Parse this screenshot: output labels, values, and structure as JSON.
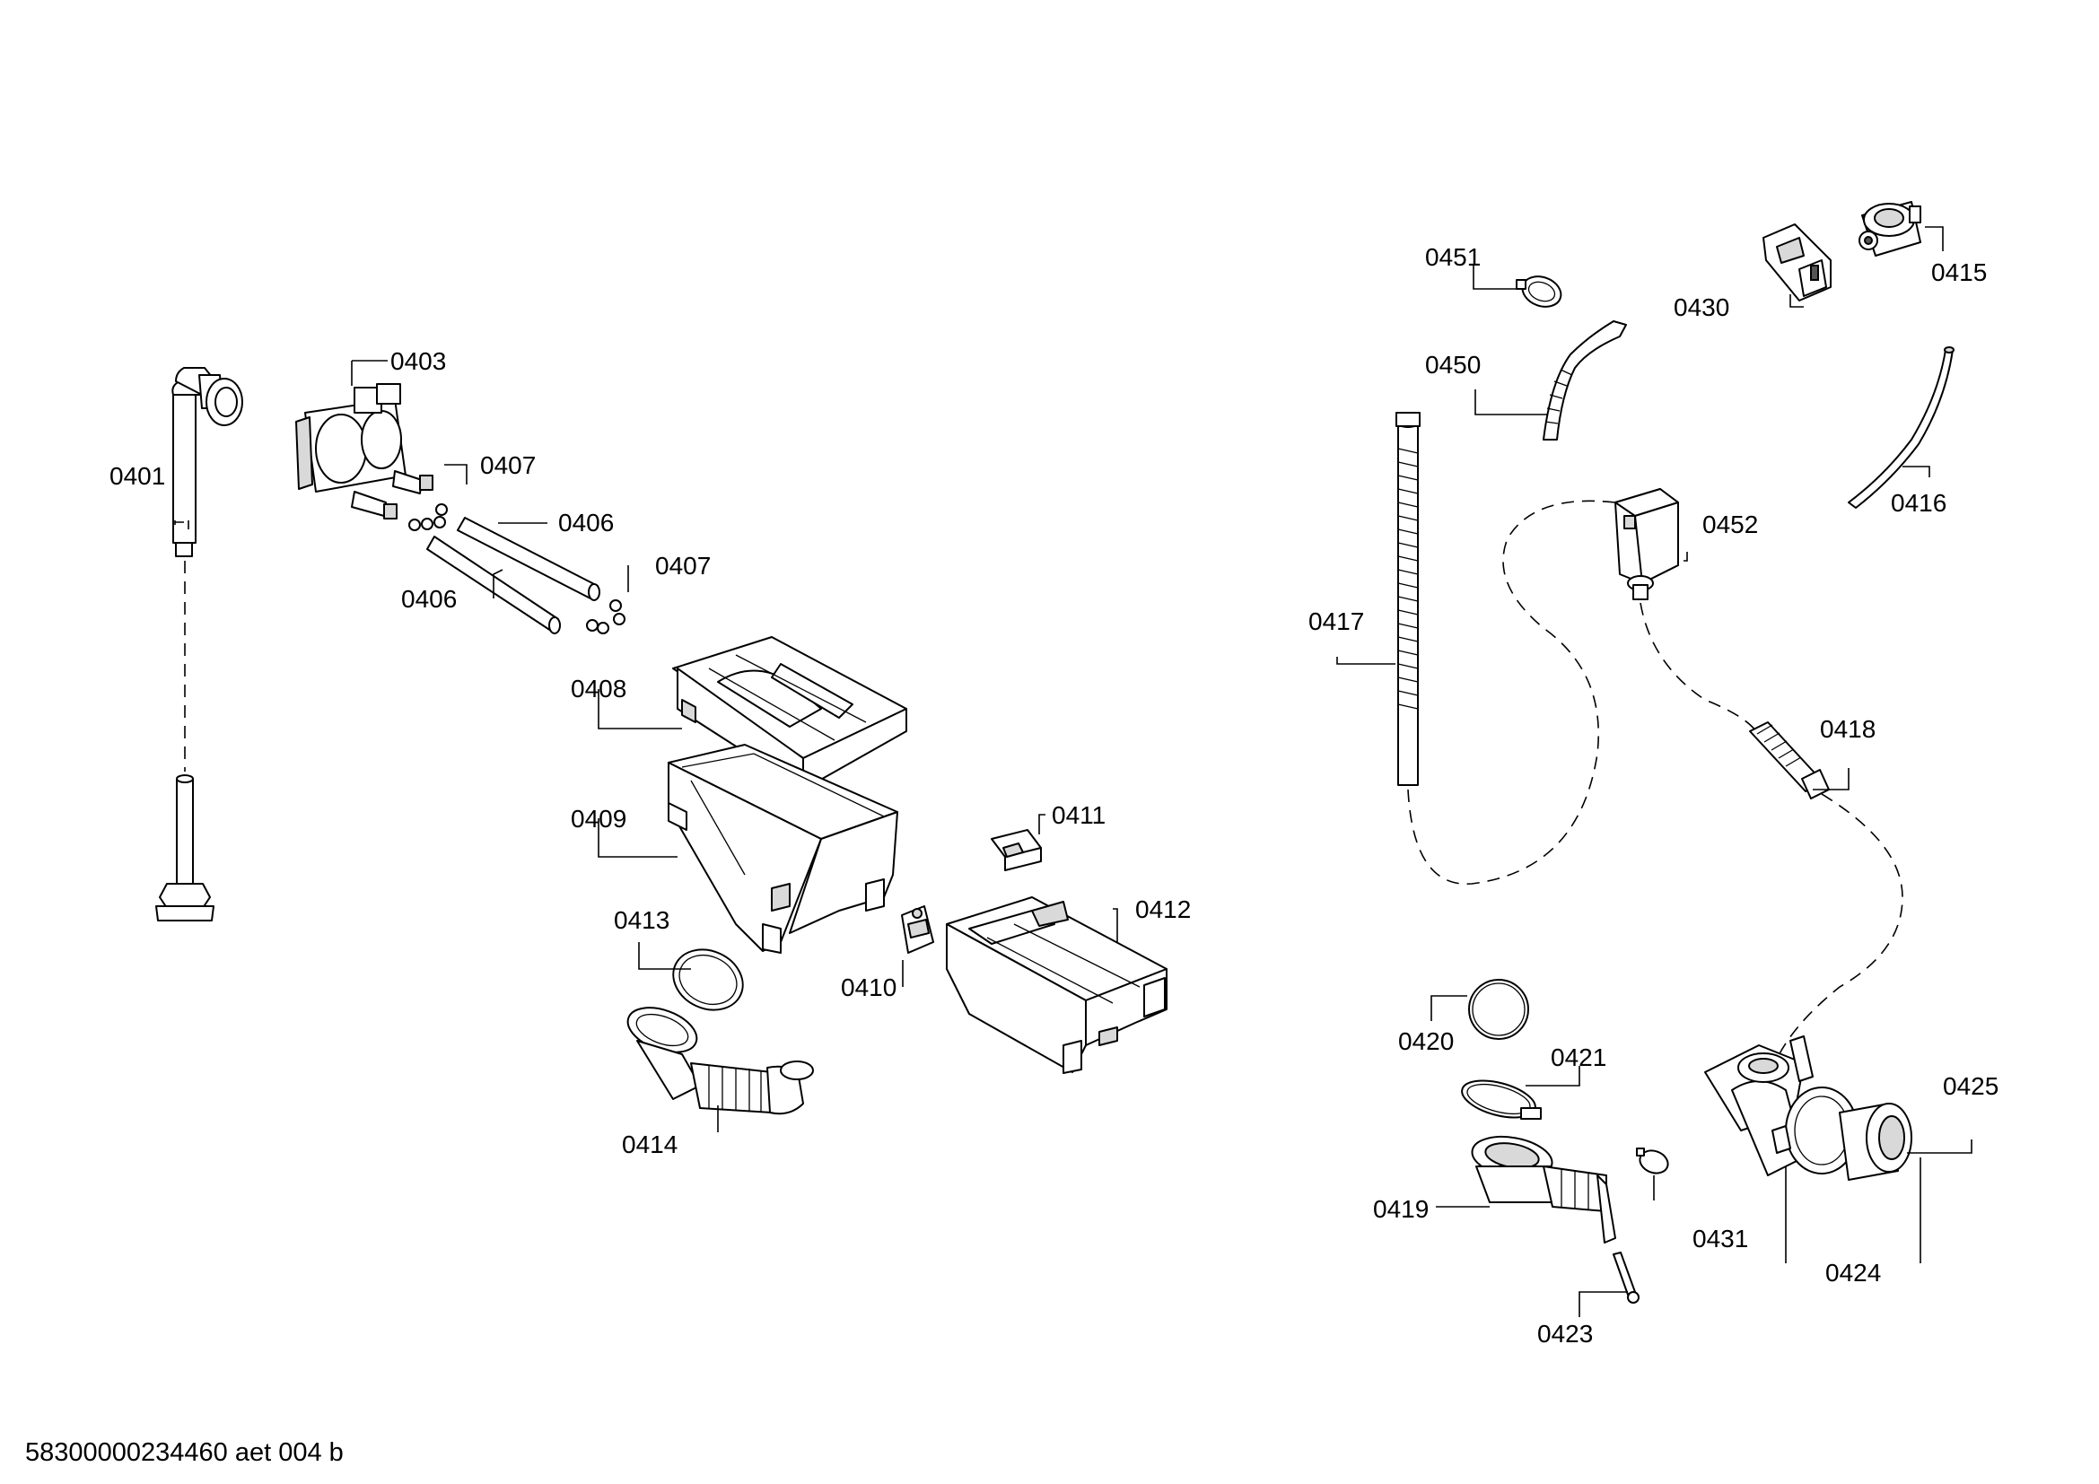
{
  "labels": {
    "p0401": "0401",
    "p0403": "0403",
    "p0406a": "0406",
    "p0406b": "0406",
    "p0407a": "0407",
    "p0407b": "0407",
    "p0408": "0408",
    "p0409": "0409",
    "p0410": "0410",
    "p0411": "0411",
    "p0412": "0412",
    "p0413": "0413",
    "p0414": "0414",
    "p0415": "0415",
    "p0416": "0416",
    "p0417": "0417",
    "p0418": "0418",
    "p0419": "0419",
    "p0420": "0420",
    "p0421": "0421",
    "p0423": "0423",
    "p0424": "0424",
    "p0425": "0425",
    "p0430": "0430",
    "p0431": "0431",
    "p0450": "0450",
    "p0451": "0451",
    "p0452": "0452"
  },
  "footer": "58300000234460 aet 004 b"
}
